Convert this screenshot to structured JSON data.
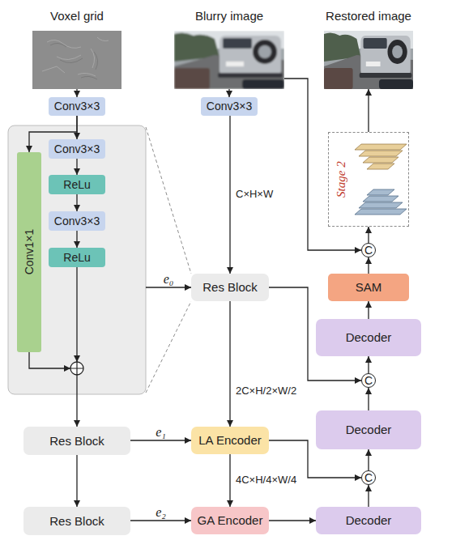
{
  "diagram": {
    "nodes": [
      {
        "text": [
          "Voxel grid"
        ]
      },
      {
        "text": [
          "Blurry image"
        ]
      },
      {
        "text": [
          "Restored image"
        ]
      },
      {
        "text": [
          "Conv3×3"
        ]
      },
      {
        "text": [
          "Conv3×3"
        ]
      },
      {
        "text": []
      },
      {
        "text": [
          "Conv1×1"
        ],
        "in": 5
      },
      {
        "text": [
          "Conv3×3"
        ],
        "in": 5
      },
      {
        "text": [
          "ReLu"
        ],
        "in": 5
      },
      {
        "text": [
          "Conv3×3"
        ],
        "in": 5
      },
      {
        "text": [
          "ReLu"
        ],
        "in": 5
      },
      {
        "text": [
          "Stage 2"
        ]
      },
      {
        "text": [
          "C"
        ]
      },
      {
        "text": [
          "Res Block"
        ]
      },
      {
        "text": [
          "SAM"
        ]
      },
      {
        "text": [
          "Decoder"
        ]
      },
      {
        "text": [
          "C"
        ]
      },
      {
        "text": [
          "Res Block"
        ]
      },
      {
        "text": [
          "LA Encoder"
        ]
      },
      {
        "text": [
          "Decoder"
        ]
      },
      {
        "text": [
          "C"
        ]
      },
      {
        "text": [
          "Res Block"
        ]
      },
      {
        "text": [
          "GA Encoder"
        ]
      },
      {
        "text": [
          "Decoder"
        ]
      }
    ],
    "edges": [
      {
        "from": 0,
        "to": 3,
        "arrow": "to"
      },
      {
        "from": 1,
        "to": 4,
        "arrow": "to"
      },
      {
        "from": 3,
        "to": 7,
        "arrow": "to"
      },
      {
        "from": 3,
        "to": 6,
        "arrow": "to"
      },
      {
        "from": 7,
        "to": 8,
        "arrow": "to"
      },
      {
        "from": 8,
        "to": 9,
        "arrow": "to"
      },
      {
        "from": 9,
        "to": 10,
        "arrow": "to"
      },
      {
        "from": 5,
        "to": 13,
        "label": "e₀",
        "arrow": "to"
      },
      {
        "from": 4,
        "to": 13,
        "label": "C×H×W",
        "arrow": "to"
      },
      {
        "from": 5,
        "to": 17,
        "arrow": "to"
      },
      {
        "from": 13,
        "to": 18,
        "label": "2C×H/2×W/2",
        "arrow": "to"
      },
      {
        "from": 17,
        "to": 18,
        "label": "e₁",
        "arrow": "to"
      },
      {
        "from": 17,
        "to": 21,
        "arrow": "to"
      },
      {
        "from": 18,
        "to": 22,
        "label": "4C×H/4×W/4",
        "arrow": "to"
      },
      {
        "from": 21,
        "to": 22,
        "label": "e₂",
        "arrow": "to"
      },
      {
        "from": 22,
        "to": 23,
        "arrow": "to"
      },
      {
        "from": 23,
        "to": 20,
        "arrow": "to"
      },
      {
        "from": 18,
        "to": 20,
        "arrow": "to"
      },
      {
        "from": 20,
        "to": 19,
        "arrow": "to"
      },
      {
        "from": 19,
        "to": 16,
        "arrow": "to"
      },
      {
        "from": 13,
        "to": 16,
        "arrow": "to"
      },
      {
        "from": 16,
        "to": 15,
        "arrow": "to"
      },
      {
        "from": 15,
        "to": 14,
        "arrow": "to"
      },
      {
        "from": 14,
        "to": 12,
        "arrow": "to"
      },
      {
        "from": 1,
        "to": 12,
        "arrow": "to"
      },
      {
        "from": 12,
        "to": 11,
        "arrow": "to"
      },
      {
        "from": 11,
        "to": 2,
        "arrow": "to"
      }
    ]
  }
}
